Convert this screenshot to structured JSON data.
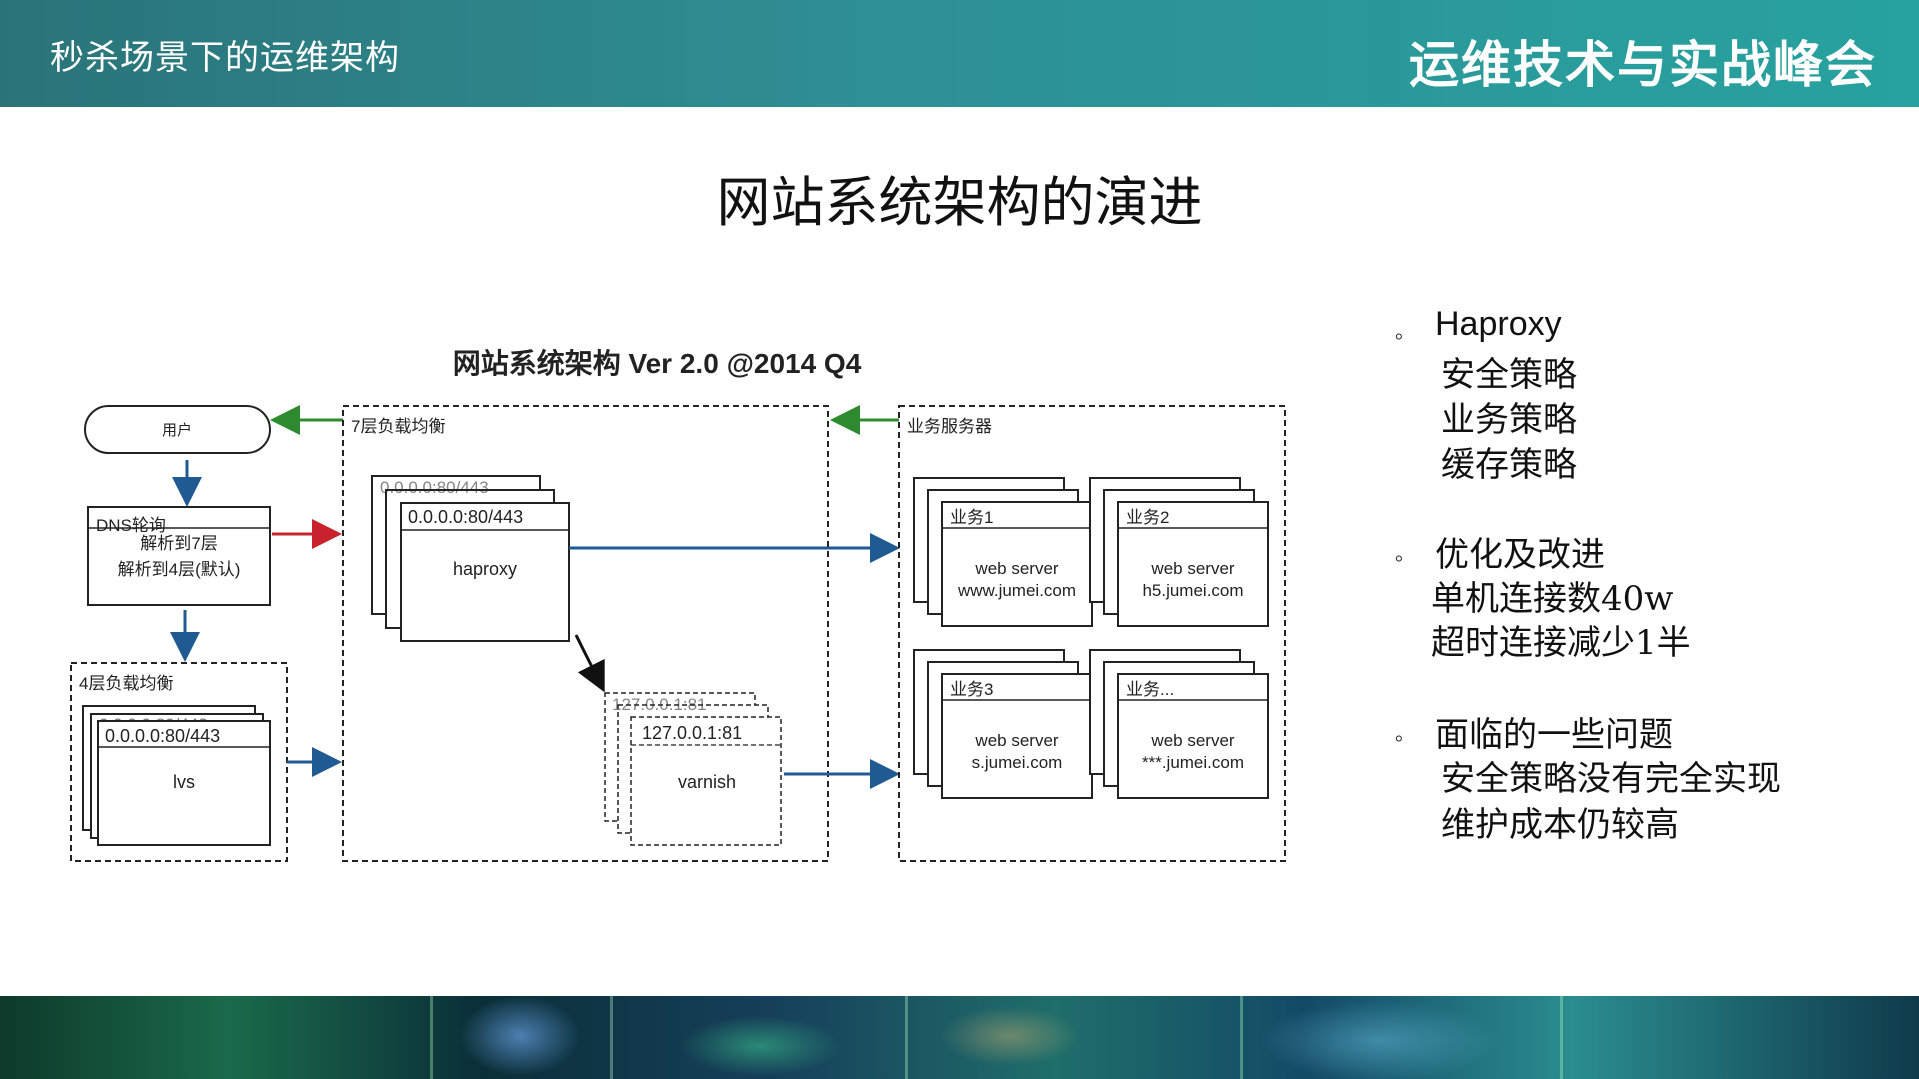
{
  "header": {
    "subtitle": "秒杀场景下的运维架构",
    "brand": "运维技术与实战峰会"
  },
  "slide_title": "网站系统架构的演进",
  "diagram": {
    "title": "网站系统架构 Ver 2.0 @2014 Q4",
    "user_label": "用户",
    "dns": {
      "title": "DNS轮询",
      "line1": "解析到7层",
      "line2": "解析到4层(默认)"
    },
    "layer4": {
      "title": "4层负载均衡",
      "ip": "0.0.0.0:80/443",
      "back_ip": "0.0.0.0:80/443",
      "name": "lvs"
    },
    "layer7": {
      "title": "7层负载均衡",
      "haproxy_ip": "0.0.0.0:80/443",
      "haproxy_back_ip": "0.0.0.0:80/443",
      "haproxy_name": "haproxy",
      "varnish_ip": "127.0.0.1:81",
      "varnish_back_ip": "127.0.0.1:81",
      "varnish_name": "varnish"
    },
    "biz": {
      "title": "业务服务器",
      "servers": [
        {
          "tag": "业务1",
          "name": "web server",
          "host": "www.jumei.com"
        },
        {
          "tag": "业务2",
          "name": "web server",
          "host": "h5.jumei.com"
        },
        {
          "tag": "业务3",
          "name": "web server",
          "host": "s.jumei.com"
        },
        {
          "tag": "业务...",
          "name": "web server",
          "host": "***.jumei.com"
        }
      ]
    },
    "colors": {
      "blue": "#1f5a92",
      "red": "#c8232c",
      "green": "#2e8a2e"
    }
  },
  "bullets": [
    {
      "head": "Haproxy",
      "lines": [
        "安全策略",
        "业务策略",
        "缓存策略"
      ]
    },
    {
      "head": "优化及改进",
      "lines": [
        "单机连接数40w",
        "超时连接减少1半"
      ]
    },
    {
      "head": "面临的一些问题",
      "lines": [
        "安全策略没有完全实现",
        "维护成本仍较高"
      ]
    }
  ],
  "bullet_marker": "。"
}
